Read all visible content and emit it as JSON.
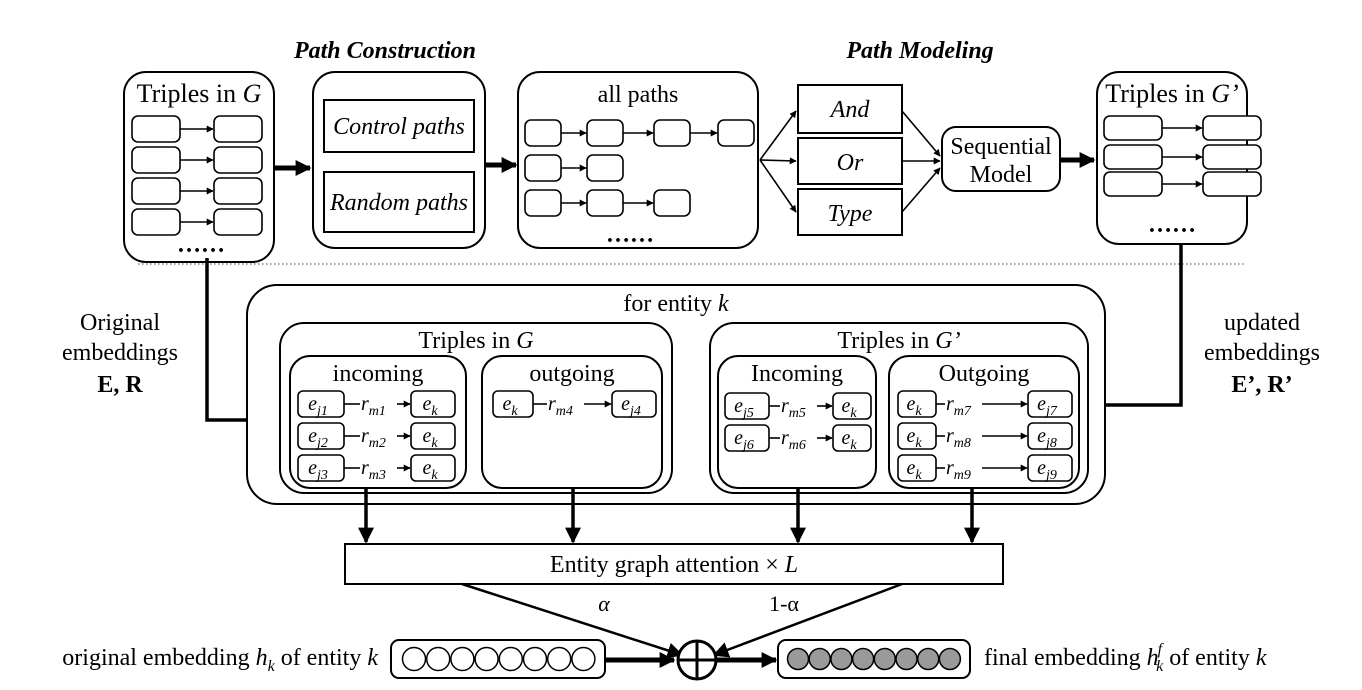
{
  "headings": {
    "path_construction": "Path  Construction",
    "path_modeling": "Path  Modeling"
  },
  "top": {
    "triples_g": {
      "prefix": "Triples in ",
      "var": "G",
      "dots": "……"
    },
    "control_paths": "Control paths",
    "random_paths": "Random paths",
    "all_paths": {
      "title": "all paths",
      "dots": "……"
    },
    "ops": [
      "And",
      "Or",
      "Type"
    ],
    "sequential_model": [
      "Sequential",
      "Model"
    ],
    "triples_gp": {
      "prefix": "Triples in ",
      "var": "G’",
      "dots": "……"
    }
  },
  "side_left": {
    "line1": "Original",
    "line2": "embeddings",
    "symbols": "E, R"
  },
  "side_right": {
    "line1": "updated",
    "line2": "embeddings",
    "symbols": "E’, R’"
  },
  "middle": {
    "for_entity": {
      "prefix": "for entity ",
      "var": "k"
    },
    "g_group": {
      "prefix": "Triples in ",
      "var": "G"
    },
    "gp_group": {
      "prefix": "Triples in ",
      "var": "G’"
    },
    "incoming": "incoming",
    "outgoing": "outgoing",
    "incoming_cap": "Incoming",
    "outgoing_cap": "Outgoing",
    "base_e": "e",
    "base_r": "r",
    "sub_k": "k",
    "triples": [
      {
        "h": "j1",
        "r": "m1",
        "t": "k"
      },
      {
        "h": "j2",
        "r": "m2",
        "t": "k"
      },
      {
        "h": "j3",
        "r": "m3",
        "t": "k"
      },
      {
        "h": "k",
        "r": "m4",
        "t": "j4"
      },
      {
        "h": "j5",
        "r": "m5",
        "t": "k"
      },
      {
        "h": "j6",
        "r": "m6",
        "t": "k"
      },
      {
        "h": "k",
        "r": "m7",
        "t": "j7"
      },
      {
        "h": "k",
        "r": "m8",
        "t": "j8"
      },
      {
        "h": "k",
        "r": "m9",
        "t": "j9"
      }
    ]
  },
  "attention": {
    "label": "Entity graph attention × ",
    "var": "L"
  },
  "weights": {
    "alpha": "α",
    "one_minus_alpha": "1-α"
  },
  "bottom": {
    "original": {
      "prefix": "original embedding ",
      "h": "h",
      "sub": "k",
      "suffix": " of entity ",
      "var": "k"
    },
    "final": {
      "prefix": "final embedding  ",
      "h": "h",
      "sub": "k",
      "sup": "f",
      "suffix": " of entity ",
      "var": "k"
    }
  }
}
